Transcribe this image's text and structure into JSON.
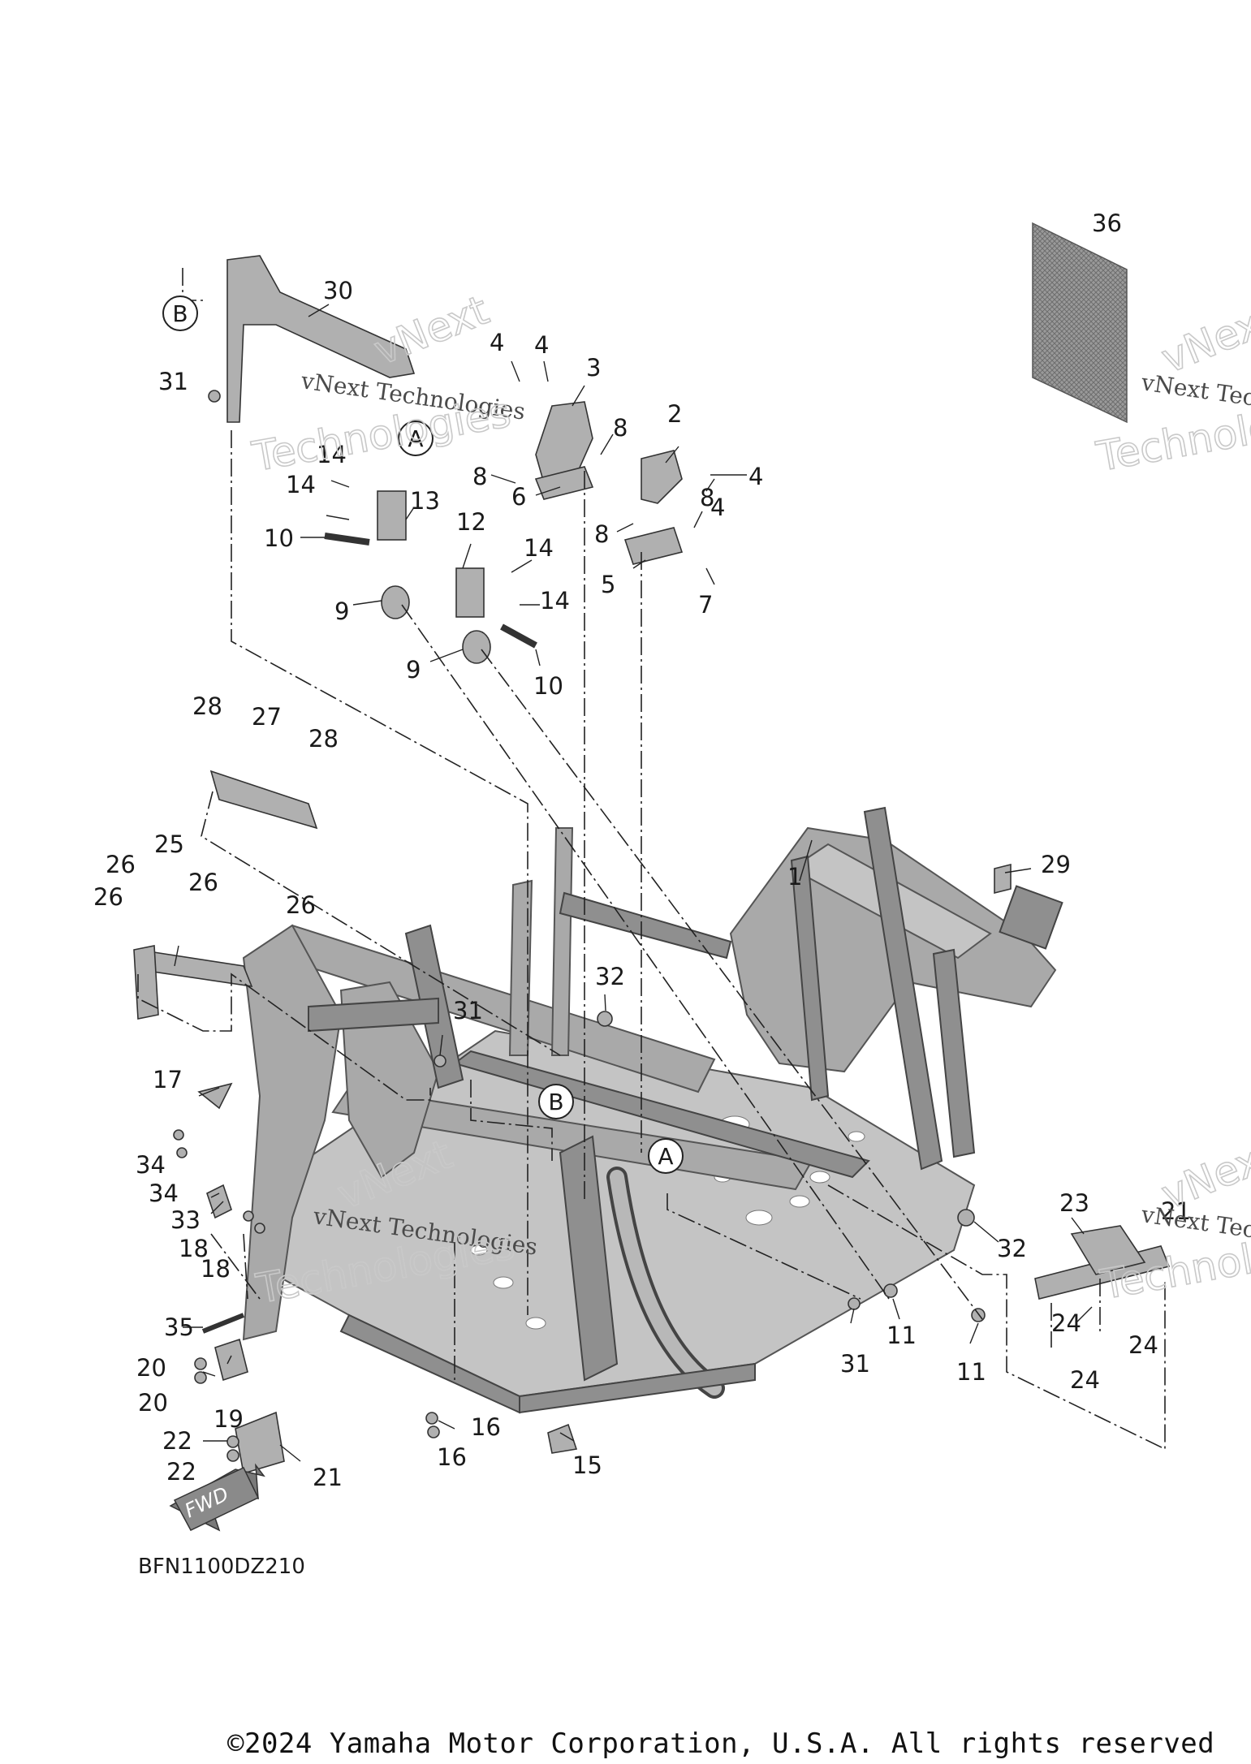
{
  "diagram": {
    "part_code": "BFN1100DZ210",
    "copyright": "©2024 Yamaha Motor Corporation, U.S.A. All rights reserved",
    "fwd_label": "FWD",
    "watermark_line": "vNext Technologies",
    "watermark_big": "vNext",
    "watermark_big2": "Technologies",
    "ref_letters": [
      "A",
      "B"
    ],
    "callouts": [
      "1",
      "2",
      "3",
      "4",
      "4",
      "4",
      "4",
      "5",
      "6",
      "7",
      "8",
      "8",
      "8",
      "8",
      "9",
      "9",
      "10",
      "10",
      "11",
      "11",
      "12",
      "13",
      "14",
      "14",
      "14",
      "14",
      "15",
      "16",
      "16",
      "17",
      "18",
      "18",
      "19",
      "20",
      "20",
      "21",
      "22",
      "22",
      "23",
      "24",
      "24",
      "24",
      "25",
      "26",
      "26",
      "26",
      "26",
      "27",
      "28",
      "28",
      "29",
      "30",
      "31",
      "31",
      "31",
      "32",
      "32",
      "33",
      "34",
      "34",
      "35",
      "36",
      "21"
    ]
  }
}
